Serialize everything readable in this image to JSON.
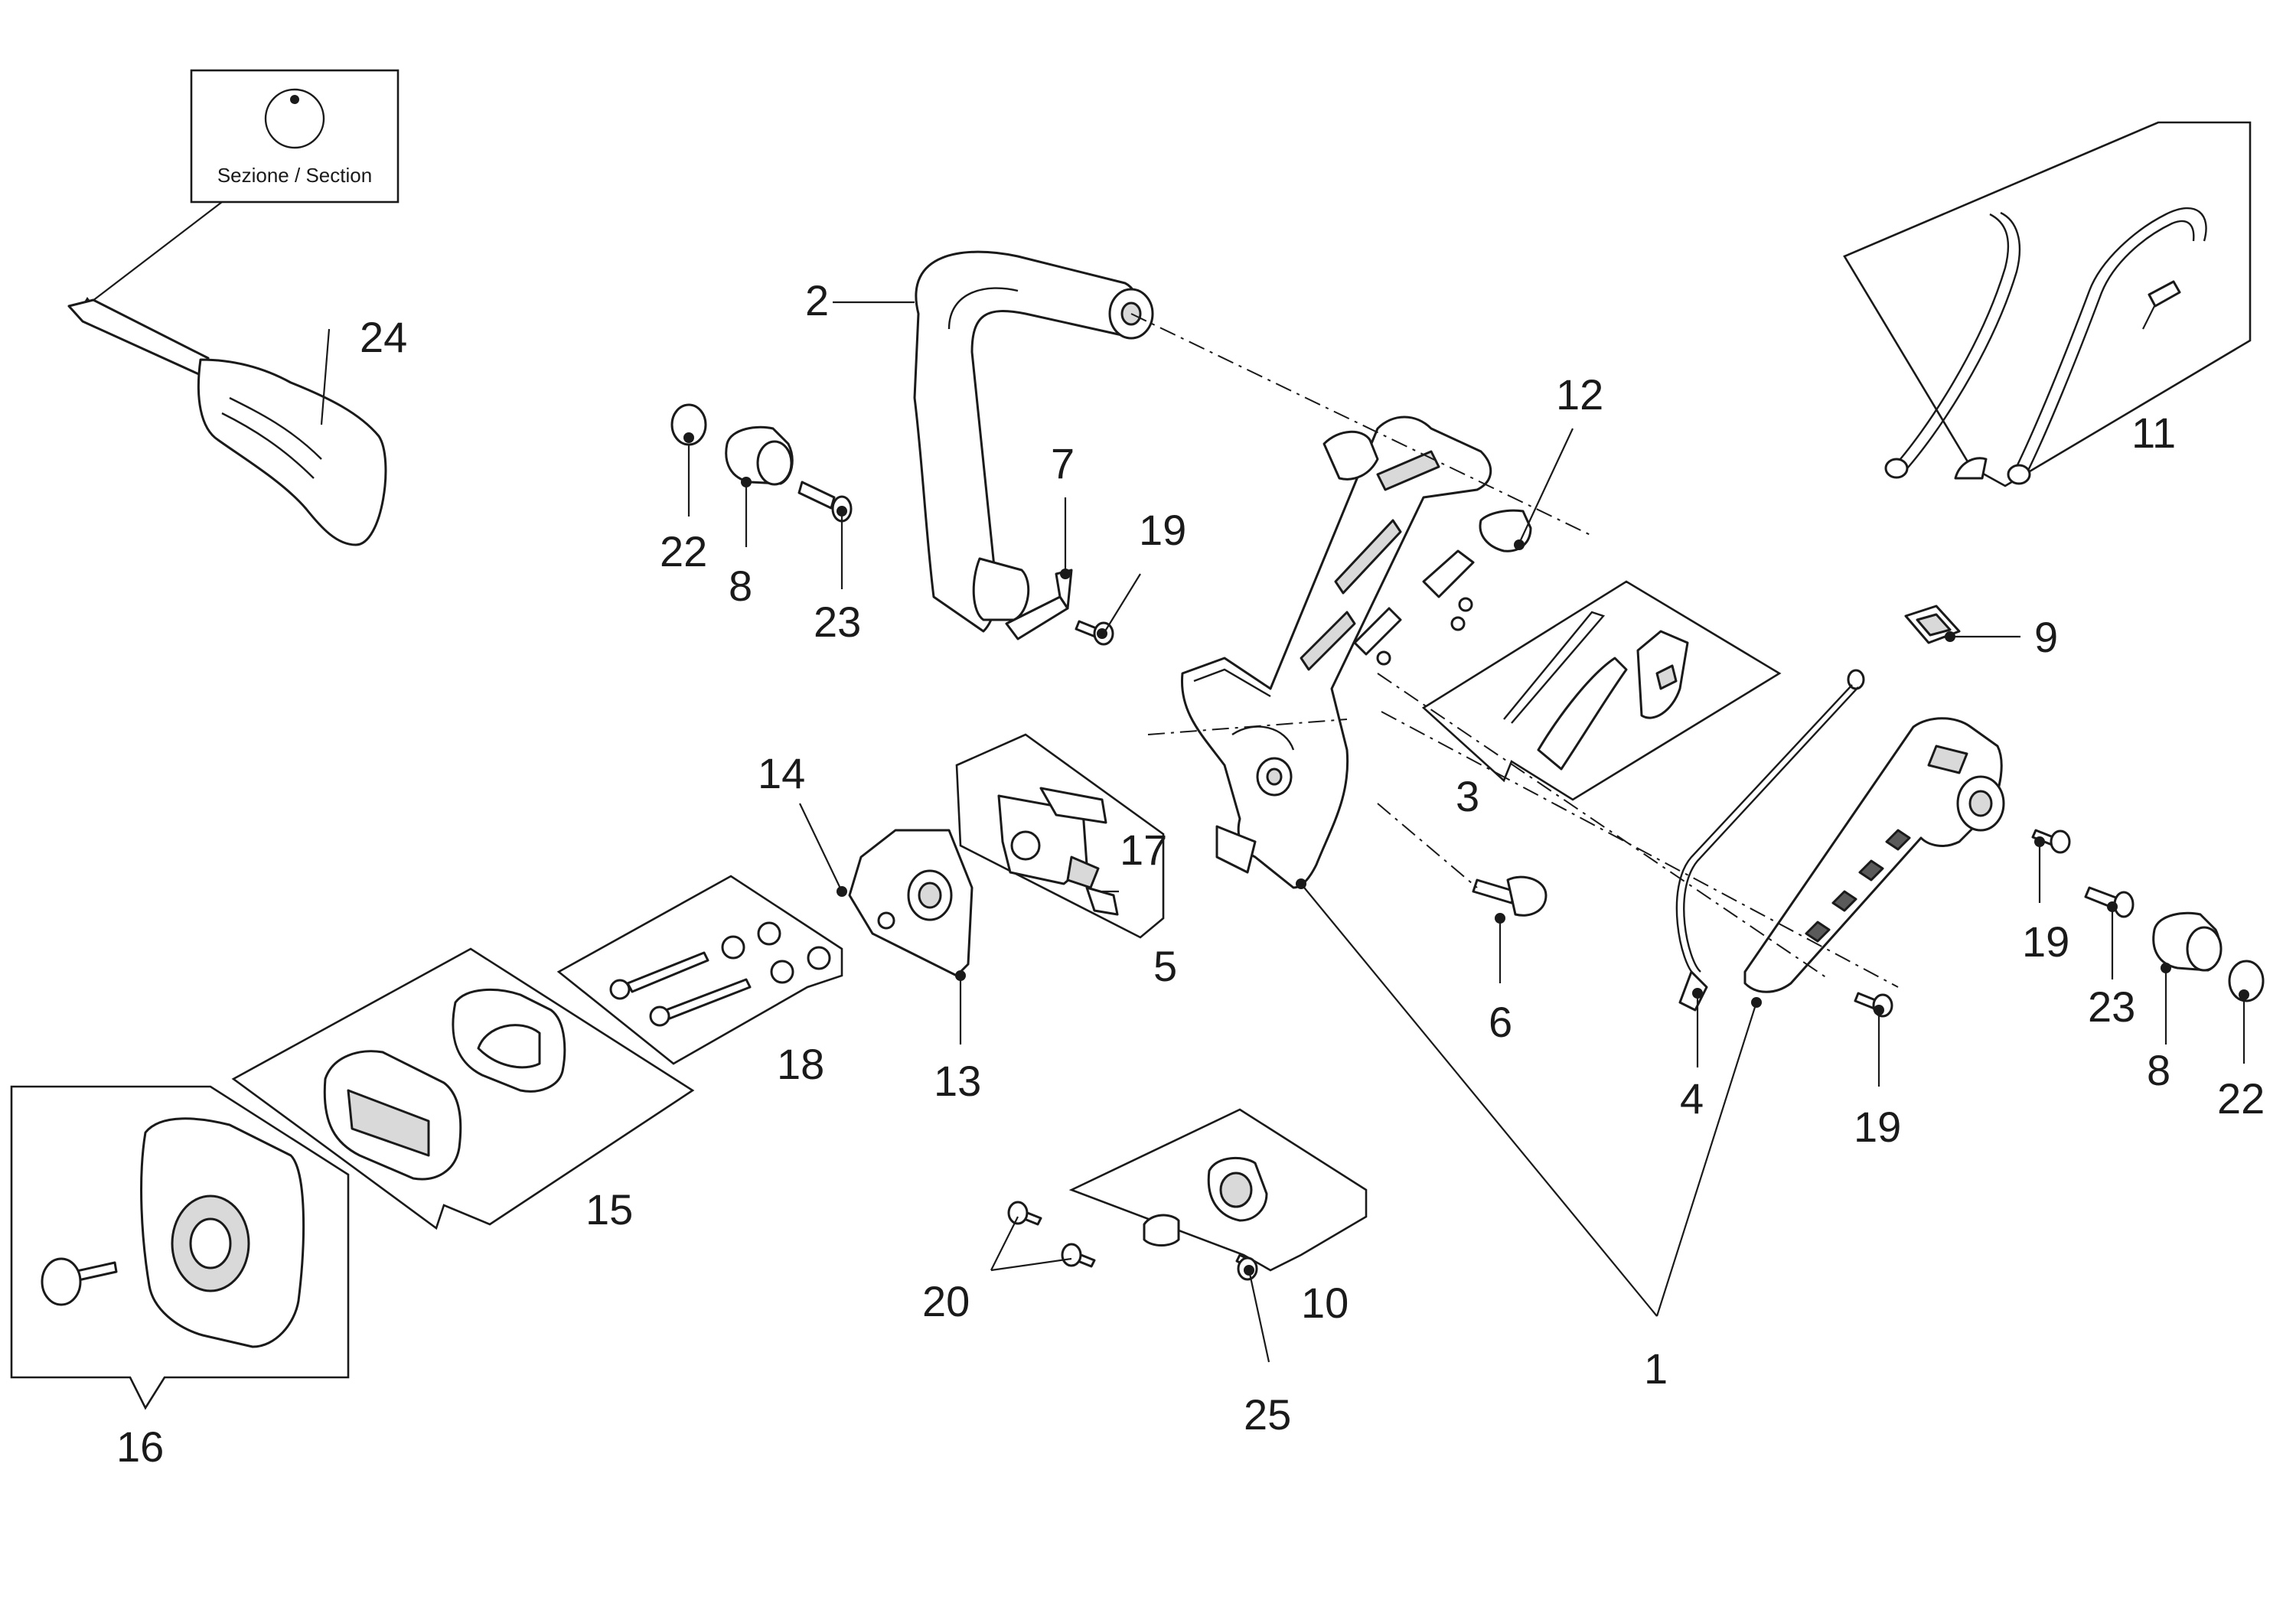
{
  "section_box": {
    "label": "Sezione / Section"
  },
  "callouts": {
    "c1": "1",
    "c2": "2",
    "c3": "3",
    "c4": "4",
    "c5": "5",
    "c6": "6",
    "c7": "7",
    "c8a": "8",
    "c8b": "8",
    "c9": "9",
    "c10": "10",
    "c11": "11",
    "c12": "12",
    "c13": "13",
    "c14": "14",
    "c15": "15",
    "c16": "16",
    "c17": "17",
    "c18": "18",
    "c19a": "19",
    "c19b": "19",
    "c19c": "19",
    "c20": "20",
    "c22a": "22",
    "c22b": "22",
    "c23a": "23",
    "c23b": "23",
    "c24": "24",
    "c25": "25"
  }
}
